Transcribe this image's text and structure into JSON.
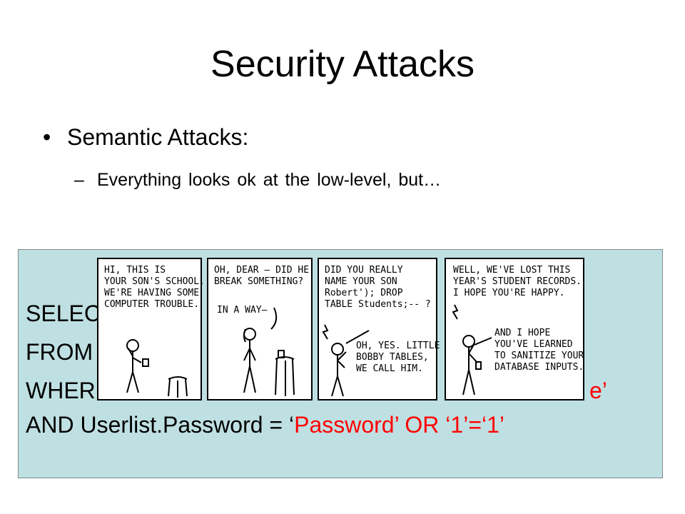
{
  "slide": {
    "title": "Security Attacks",
    "bullet": "Semantic Attacks:",
    "sub_bullet": "Everything looks ok at the low-level, but…"
  },
  "sql": {
    "line1": "SELECT",
    "line2": "FROM",
    "line3_keyword": "WHERE",
    "line3_tail": "e’",
    "line4_prefix": "AND Userlist.Password = ‘",
    "line4_payload": "Password’ OR ‘1’=‘1’",
    "colors": {
      "box_bg": "#bfe0e2",
      "payload": "#ff0000"
    }
  },
  "comic": {
    "panel1": "HI, THIS IS\nYOUR SON'S SCHOOL.\nWE'RE HAVING SOME\nCOMPUTER TROUBLE.",
    "panel2_top": "OH, DEAR – DID HE\nBREAK SOMETHING?",
    "panel2_reply": "IN A WAY–",
    "panel3_top": "DID YOU REALLY\nNAME YOUR SON\nRobert'); DROP\nTABLE Students;-- ?",
    "panel3_reply": "OH, YES. LITTLE\nBOBBY TABLES,\nWE CALL HIM.",
    "panel4_top": "WELL, WE'VE LOST THIS\nYEAR'S STUDENT RECORDS.\nI HOPE YOU'RE HAPPY.",
    "panel4_reply": "AND I HOPE\nYOU'VE LEARNED\nTO SANITIZE YOUR\nDATABASE INPUTS."
  }
}
